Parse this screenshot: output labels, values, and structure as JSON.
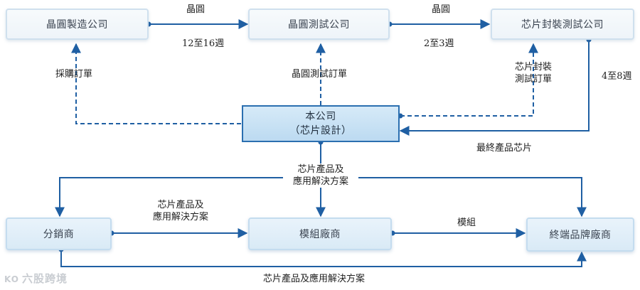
{
  "nodes": {
    "wafer_foundry": "晶圓製造公司",
    "wafer_testing": "晶圓測試公司",
    "packaging_testing": "芯片封裝測試公司",
    "company_line1": "本公司",
    "company_line2": "（芯片設計）",
    "distributor": "分銷商",
    "module_maker": "模組廠商",
    "brand_maker": "終端品牌廠商"
  },
  "labels": {
    "wafer_1": "晶圓",
    "wafer_2": "晶圓",
    "lead_time_1": "12至16週",
    "lead_time_2": "2至3週",
    "lead_time_3": "4至8週",
    "purchase_order": "採購訂單",
    "wafer_test_order": "晶圓測試訂單",
    "pack_order_line1": "芯片封裝",
    "pack_order_line2": "測試訂單",
    "final_chip": "最終產品芯片",
    "center_solutions_line1": "芯片產品及",
    "center_solutions_line2": "應用解決方案",
    "dist_solutions_line1": "芯片產品及",
    "dist_solutions_line2": "應用解決方案",
    "module_label": "模組",
    "bottom_solutions": "芯片產品及應用解決方案"
  },
  "watermark": {
    "logo": "KO",
    "text": "六股跨境"
  },
  "colors": {
    "arrow": "#1f5fa3",
    "center_border": "#2b6fb0"
  }
}
